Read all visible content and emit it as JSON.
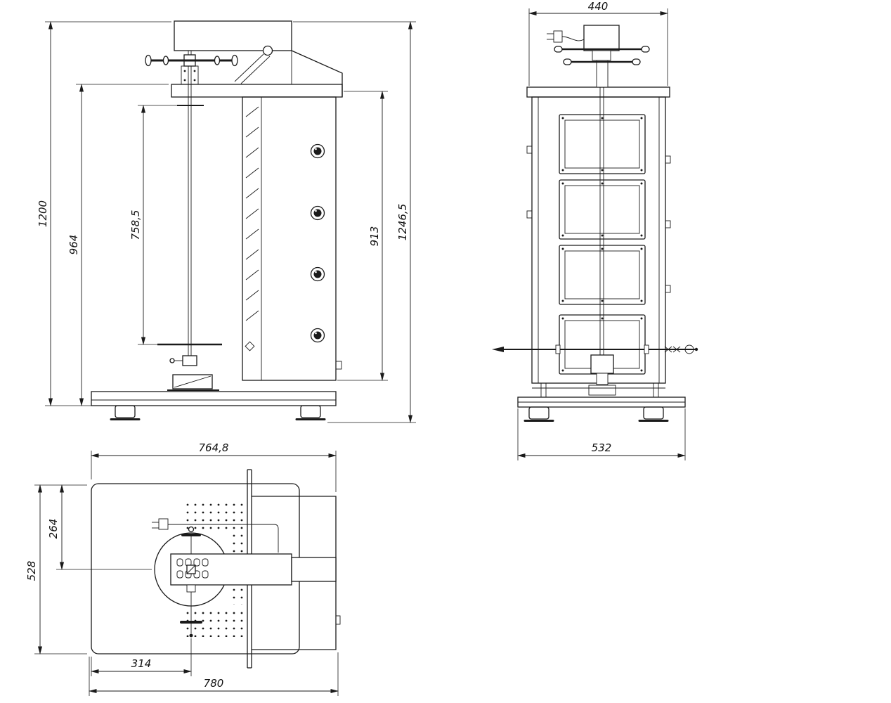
{
  "colors": {
    "ink": "#1a1a1a",
    "paper": "#ffffff"
  },
  "views": {
    "left_elevation": {
      "dims": {
        "d1200": "1200",
        "d964": "964",
        "d758": "758,5",
        "d913": "913",
        "d1246": "1246,5"
      }
    },
    "right_elevation": {
      "dims": {
        "d440": "440",
        "d532": "532"
      }
    },
    "plan": {
      "dims": {
        "d764": "764,8",
        "d264": "264",
        "d528": "528",
        "d314": "314",
        "d780": "780"
      }
    }
  }
}
